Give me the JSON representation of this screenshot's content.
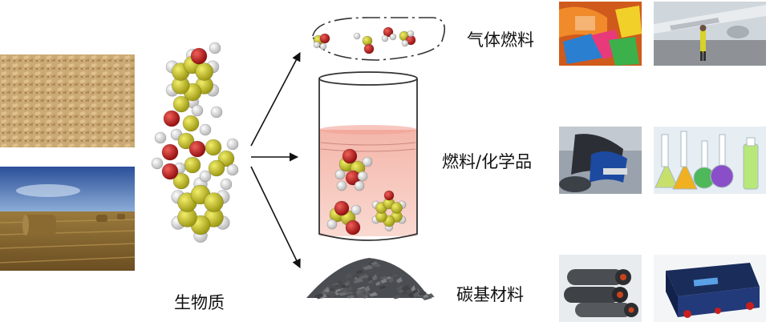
{
  "labels": {
    "biomass": "生物质",
    "gas_fuel": "气体燃料",
    "liquid_products": "燃料/化学品",
    "carbon_materials": "碳基材料"
  },
  "colors": {
    "carbon_atom": "#c8c422",
    "oxygen_atom": "#c81e1e",
    "hydrogen_atom": "#e8e8e8",
    "liquid": "#f6c8be",
    "arrow": "#111111"
  },
  "icons": {
    "biomass_photos": [
      "wood-chips-photo",
      "hay-field-photo"
    ],
    "gas_photos": [
      "plastic-products-photo",
      "aircraft-refuel-photo"
    ],
    "liquid_photos": [
      "fuel-pump-photo",
      "lab-glassware-photo"
    ],
    "carbon_photos": [
      "carbon-rolls-photo",
      "battery-pack-photo"
    ]
  }
}
